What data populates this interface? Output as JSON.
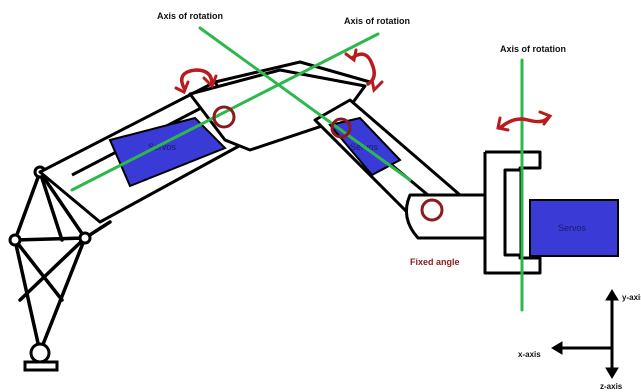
{
  "axis_labels": {
    "axis1": "Axis of rotation",
    "axis2": "Axis of rotation",
    "axis3": "Axis of rotation"
  },
  "servo_labels": {
    "servo_upper_arm": "Servos",
    "servo_forearm": "Servos",
    "servo_wrist": "Servos"
  },
  "annotations": {
    "fixed_angle": "Fixed angle"
  },
  "coordinate_axes": {
    "y": "y-axis",
    "x": "x-axis",
    "z": "z-axis"
  },
  "colors": {
    "axis_line": "#2db84d",
    "servo_fill": "#3a3ad6",
    "joint_ring": "#8b1a1a",
    "rotation_arrow": "#b81c1c",
    "outline": "#000000"
  }
}
